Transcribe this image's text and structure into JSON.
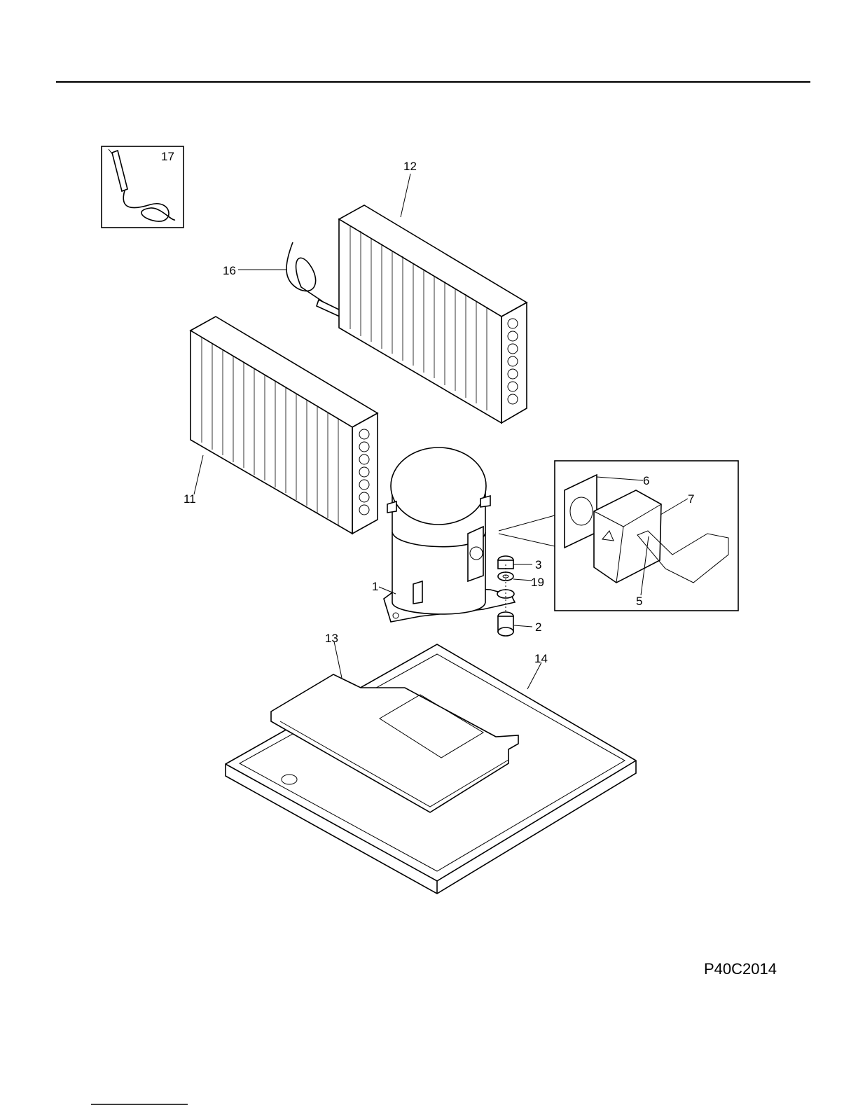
{
  "diagram": {
    "callouts": {
      "p1": "1",
      "p2": "2",
      "p3": "3",
      "p5": "5",
      "p6": "6",
      "p7": "7",
      "p11": "11",
      "p12": "12",
      "p13": "13",
      "p14": "14",
      "p16": "16",
      "p17": "17",
      "p19": "19"
    },
    "drawing_code": "P40C2014"
  }
}
